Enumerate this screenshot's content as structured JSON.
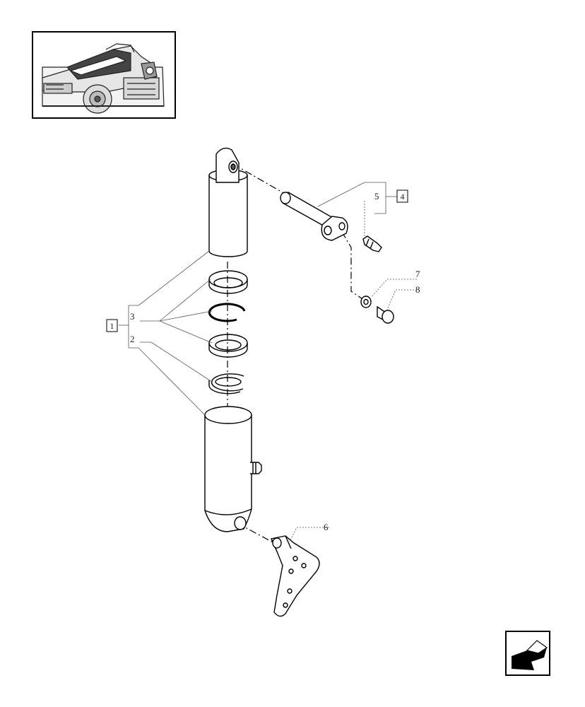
{
  "callouts": {
    "part_1": "1",
    "part_2": "2",
    "part_3": "3",
    "part_4": "4",
    "part_5": "5",
    "part_6": "6",
    "part_7": "7",
    "part_8": "8"
  }
}
